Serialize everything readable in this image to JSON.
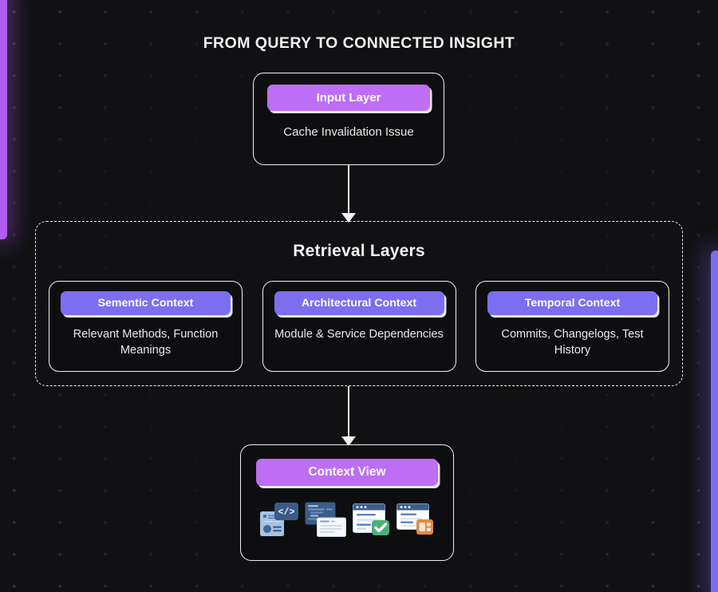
{
  "headline": "FROM QUERY TO CONNECTED INSIGHT",
  "colors": {
    "background": "#111113",
    "dot_grid": "#323236",
    "card_border": "#f1f1f3",
    "pill_magenta": "#bd6ef4",
    "pill_violet": "#7d6ef0",
    "edge_bar_left": "#b05cf0",
    "edge_bar_right": "#7b6cf0",
    "connector": "#f3f3f5",
    "text_primary": "#f2f2f4",
    "text_caption": "#e9e9ec"
  },
  "input_node": {
    "pill_label": "Input Layer",
    "caption": "Cache Invalidation Issue"
  },
  "connectors": [
    {
      "name": "input-to-retrieval",
      "direction": "down"
    },
    {
      "name": "retrieval-to-context",
      "direction": "down"
    }
  ],
  "retrieval_group": {
    "title": "Retrieval Layers",
    "cards": [
      {
        "pill_label": "Sementic Context",
        "caption": "Relevant Methods, Function Meanings"
      },
      {
        "pill_label": "Architectural Context",
        "caption": "Module & Service Dependencies"
      },
      {
        "pill_label": "Temporal Context",
        "caption": "Commits, Changelogs, Test History"
      }
    ]
  },
  "context_node": {
    "pill_label": "Context View",
    "icons": [
      {
        "name": "code-snippet-card-icon",
        "alt": "Code snippet over profile card"
      },
      {
        "name": "code-editor-document-icon",
        "alt": "Code editor window with document"
      },
      {
        "name": "form-approved-icon",
        "alt": "Browser form with green check badge"
      },
      {
        "name": "form-spreadsheet-icon",
        "alt": "Browser form with orange spreadsheet badge"
      }
    ]
  }
}
